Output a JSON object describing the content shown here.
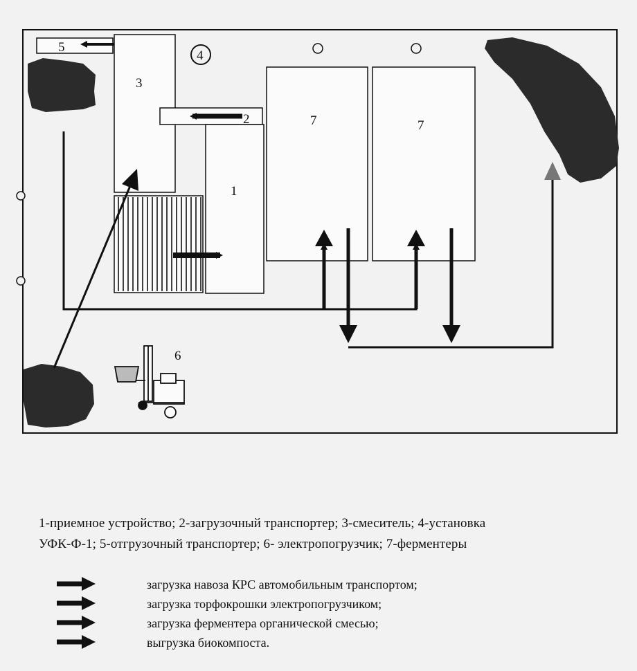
{
  "labels": {
    "n1": "1",
    "n2": "2",
    "n3": "3",
    "n4": "4",
    "n5": "5",
    "n6": "6",
    "n7a": "7",
    "n7b": "7"
  },
  "caption": {
    "line1": "1-приемное устройствo; 2-загрузочный транспортер; 3-смеситель; 4-установка",
    "line2": "УФК-Ф-1; 5-отгрузочный транспортер; 6- электропогрузчик; 7-ферментеры"
  },
  "legend": [
    {
      "icon": "arrow-right-icon",
      "text": "загрузка навоза КРС автомобильным транспортом;"
    },
    {
      "icon": "arrow-right-icon",
      "text": "загрузка торфокрошки электропогрузчиком;"
    },
    {
      "icon": "arrow-right-icon",
      "text": "загрузка ферментера органической смесью;"
    },
    {
      "icon": "arrow-right-icon",
      "text": "выгрузка биокомпоста."
    }
  ],
  "colors": {
    "ink": "#111111",
    "pile": "#2b2b2b",
    "arrow_gray": "#777777",
    "background": "#f2f2f2"
  }
}
